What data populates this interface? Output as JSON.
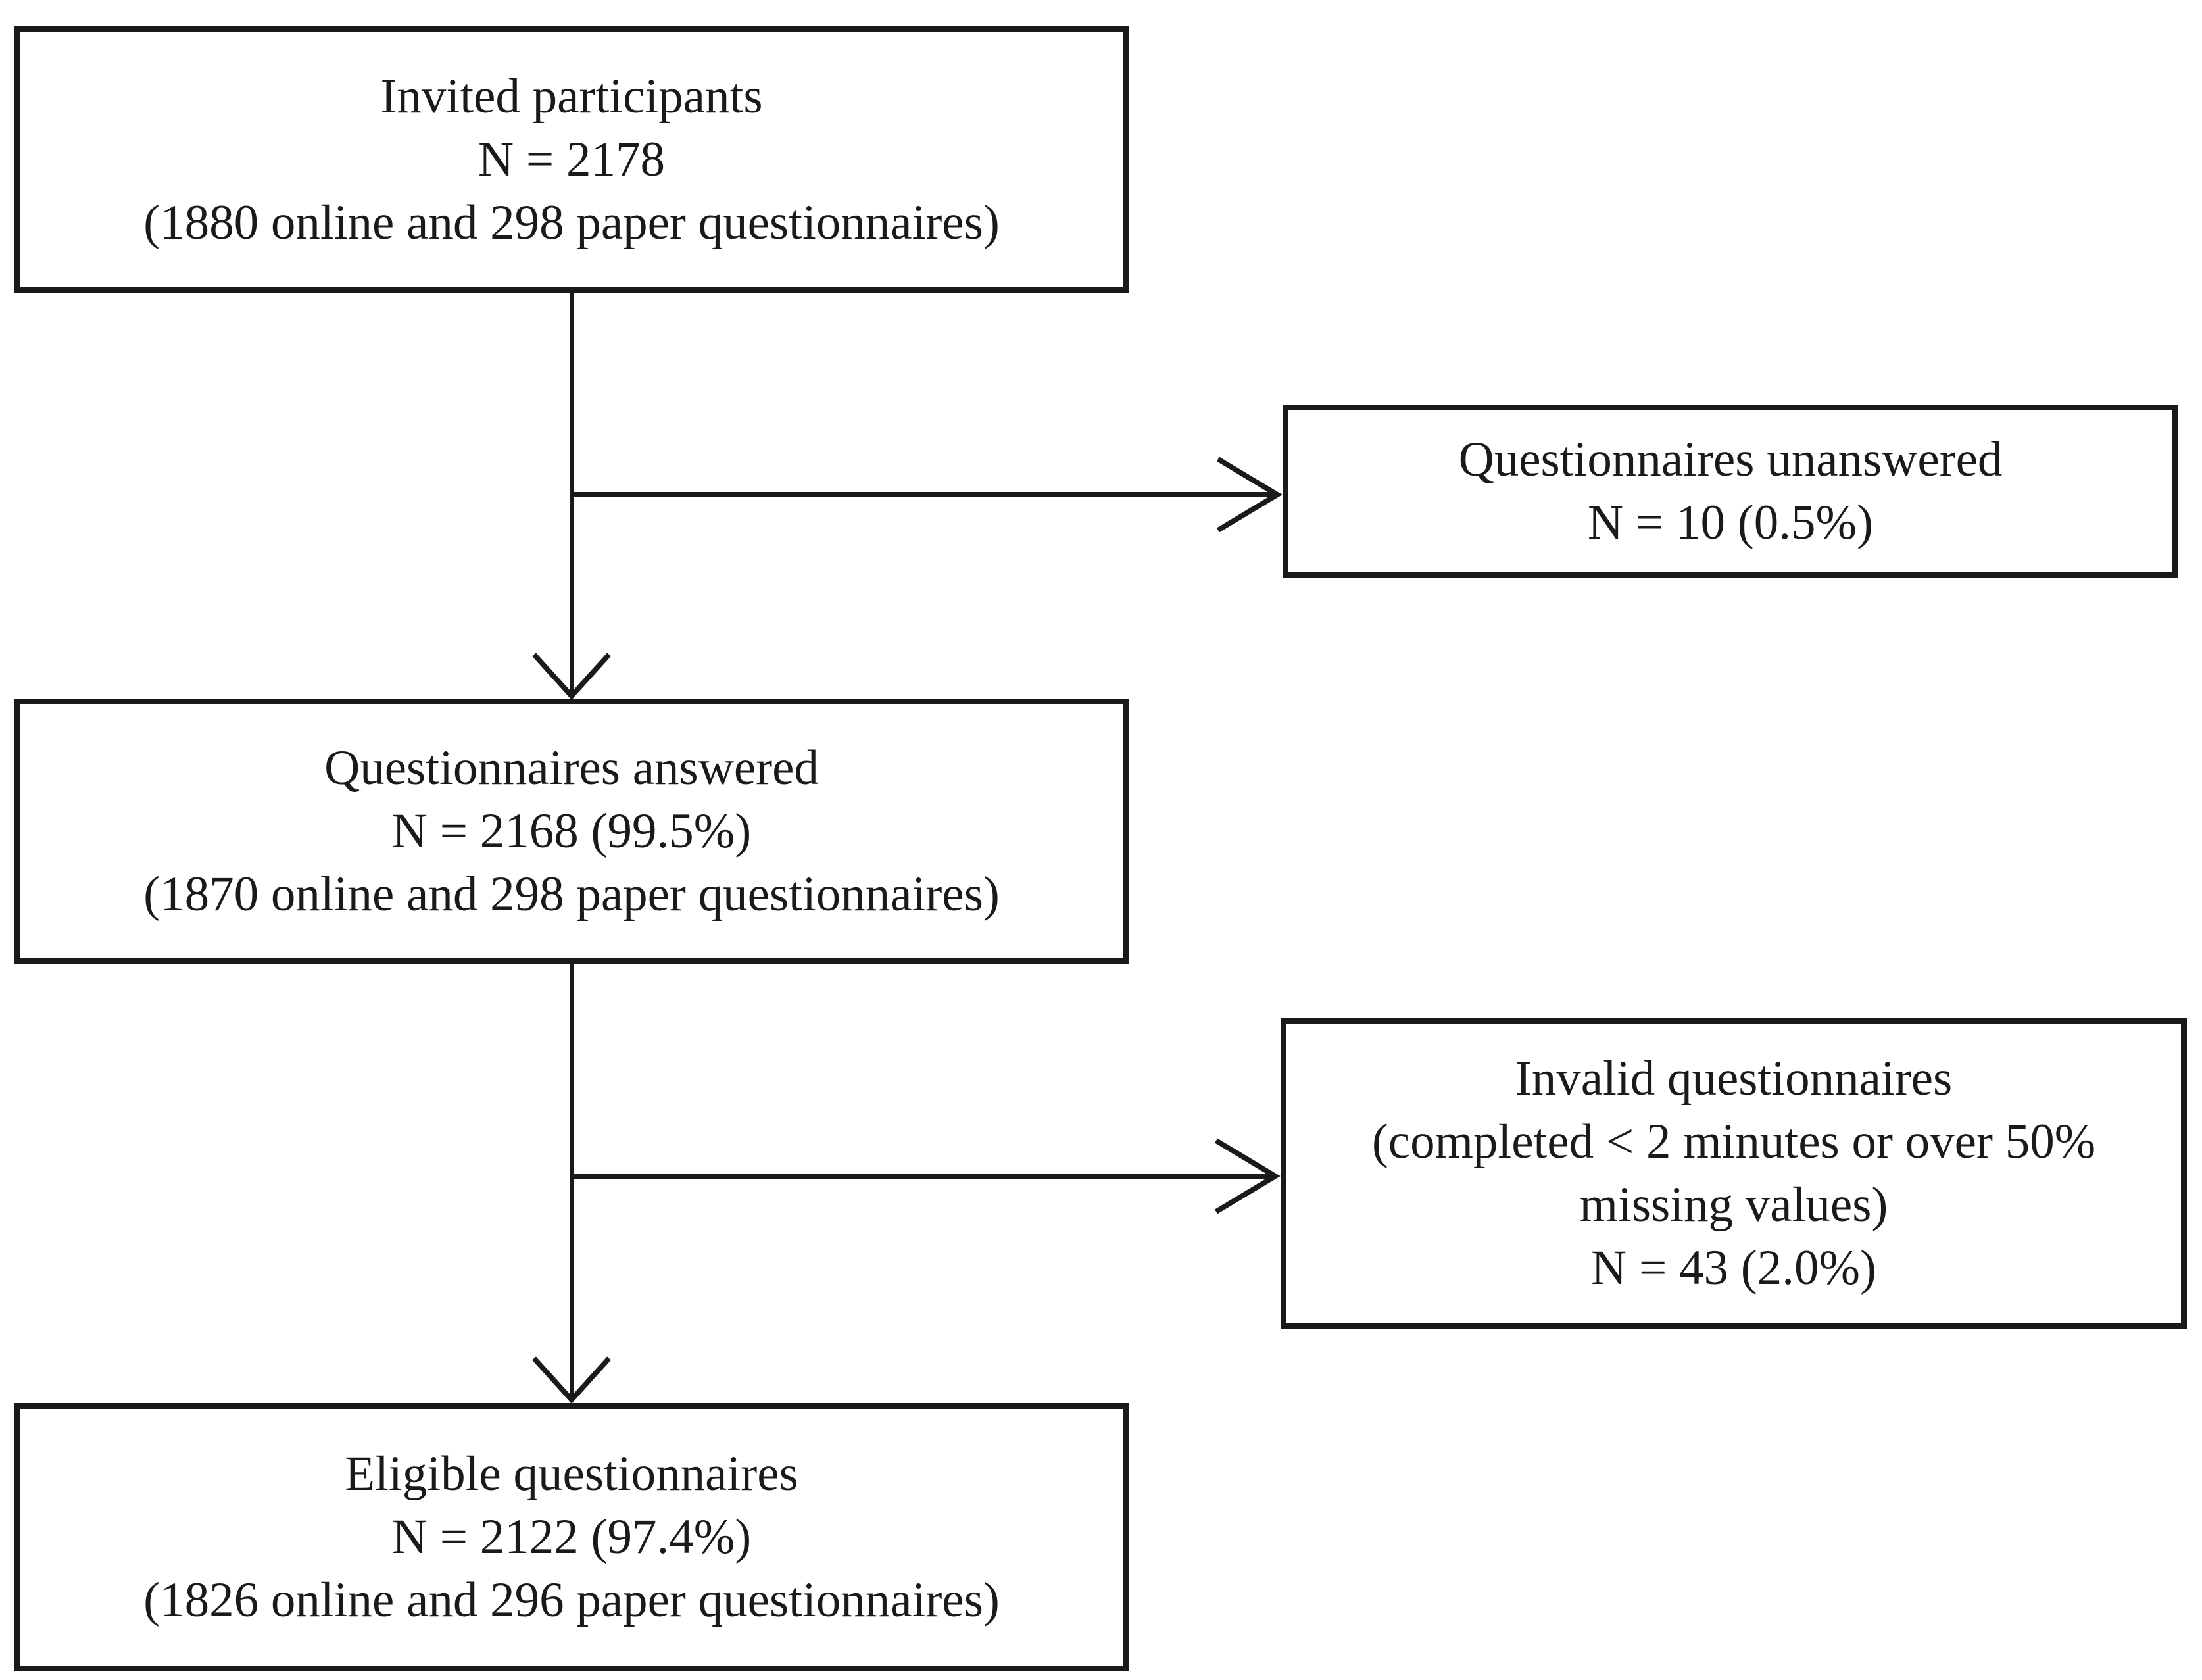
{
  "figure": {
    "type": "participant-flow-diagram",
    "description": "Flow of study questionnaires from invitation to eligibility"
  },
  "colors": {
    "ink": "#1a1a1a",
    "background": "#ffffff"
  },
  "boxes": {
    "invited": {
      "lines": [
        "Invited participants",
        "N = 2178",
        "(1880 online and 298 paper questionnaires)"
      ]
    },
    "unanswered": {
      "lines": [
        "Questionnaires unanswered",
        "N = 10 (0.5%)"
      ]
    },
    "answered": {
      "lines": [
        "Questionnaires answered",
        "N = 2168 (99.5%)",
        "(1870 online and 298 paper questionnaires)"
      ]
    },
    "invalid": {
      "lines": [
        "Invalid questionnaires",
        "(completed < 2 minutes or over 50% missing values)",
        "N = 43 (2.0%)"
      ]
    },
    "eligible": {
      "lines": [
        "Eligible questionnaires",
        "N = 2122 (97.4%)",
        "(1826 online and 296 paper questionnaires)"
      ]
    }
  }
}
